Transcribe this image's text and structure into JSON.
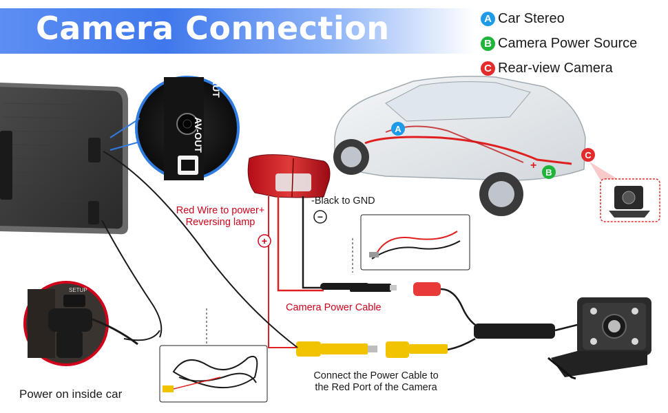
{
  "title": "Camera Connection",
  "legend": [
    {
      "letter": "A",
      "label": "Car Stereo",
      "color": "#1e9be8"
    },
    {
      "letter": "B",
      "label": "Camera Power Source",
      "color": "#1fb53a"
    },
    {
      "letter": "C",
      "label": "Rear-view Camera",
      "color": "#e32b2b"
    }
  ],
  "device_label": "AV-OUT",
  "device_sublabel": "AUT",
  "setup_label": "SETUP",
  "labels": {
    "red_wire": "Red Wire to power+\nReversing lamp",
    "black_gnd": "-Black to GND",
    "camera_power_cable": "Camera Power Cable",
    "connect_note": "Connect the Power Cable to\nthe Red Port of the Camera",
    "power_inside": "Power on inside car"
  },
  "symbols": {
    "plus": "+",
    "minus": "−"
  },
  "car_markers": [
    {
      "letter": "A",
      "color": "#1e9be8"
    },
    {
      "letter": "B",
      "color": "#1fb53a"
    },
    {
      "letter": "C",
      "color": "#e32b2b"
    }
  ],
  "colors": {
    "accent_red": "#d0021b",
    "banner_blue": "#3f78ec",
    "wire_black": "#1a1a1a",
    "wire_red": "#e02020",
    "rca_yellow": "#f2c300"
  }
}
